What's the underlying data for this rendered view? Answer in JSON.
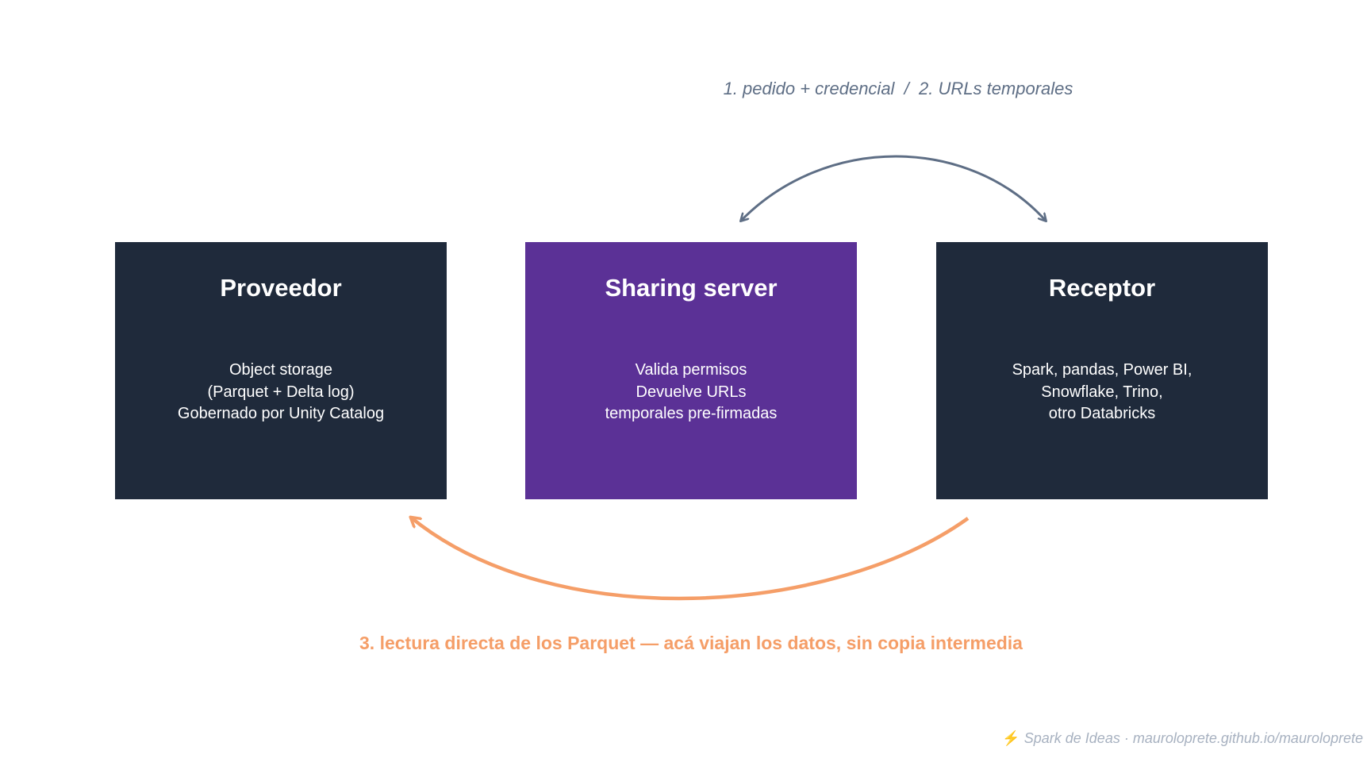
{
  "label_top": "1. pedido + credencial  /  2. URLs temporales",
  "label_bottom": "3. lectura directa de los Parquet — acá viajan los datos, sin copia intermedia",
  "boxes": [
    {
      "title": "Proveedor",
      "lines": [
        "Object storage",
        "(Parquet + Delta log)",
        "Gobernado por Unity Catalog"
      ]
    },
    {
      "title": "Sharing server",
      "lines": [
        "Valida permisos",
        "Devuelve URLs",
        "temporales pre-firmadas"
      ]
    },
    {
      "title": "Receptor",
      "lines": [
        "Spark, pandas, Power BI,",
        "Snowflake, Trino,",
        "otro Databricks"
      ]
    }
  ],
  "footer": {
    "icon": "lightning-icon",
    "text": "Spark de Ideas · maurolopr ete.github.io/mauroloprete"
  },
  "colors": {
    "dark_box": "#1f2a3b",
    "purple_box": "#5b3196",
    "top_arrow": "#5e6e85",
    "bottom_arrow": "#f59e68"
  }
}
